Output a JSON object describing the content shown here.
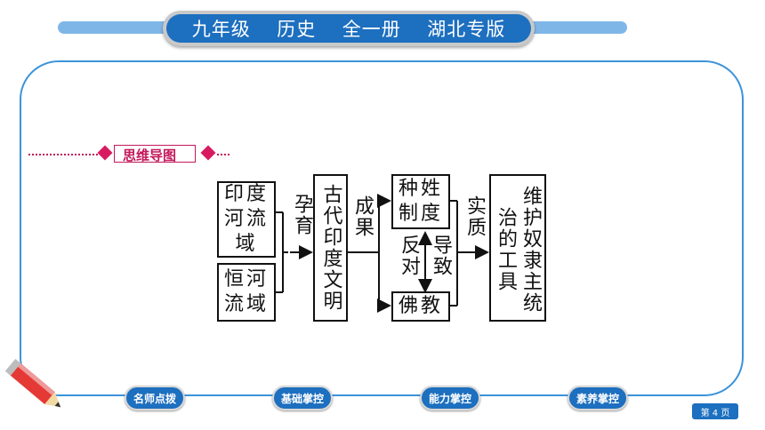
{
  "header": {
    "items": [
      "九年级",
      "历史",
      "全一册",
      "湖北专版"
    ]
  },
  "section": {
    "label": "思维导图"
  },
  "diagram": {
    "box_yindu_he": "印度河流域",
    "box_henghe": "恒河流域",
    "label_yunyu": "孕育",
    "box_gudai": "古代印度文明",
    "label_chengguo": "成果",
    "box_zhongxing": "种姓制度",
    "label_fandui": "反对",
    "label_daozhi": "导致",
    "box_fojiao": "佛教",
    "label_shizhi": "实质",
    "box_gongju": "维护奴隶主统治的工具"
  },
  "nav": {
    "items": [
      "名师点拨",
      "基础掌控",
      "能力掌控",
      "素养掌控"
    ]
  },
  "page": {
    "label": "第 4 页"
  },
  "colors": {
    "accent_blue": "#1d6fbf",
    "frame_blue": "#3b93d9",
    "section_pink": "#c2185b"
  }
}
